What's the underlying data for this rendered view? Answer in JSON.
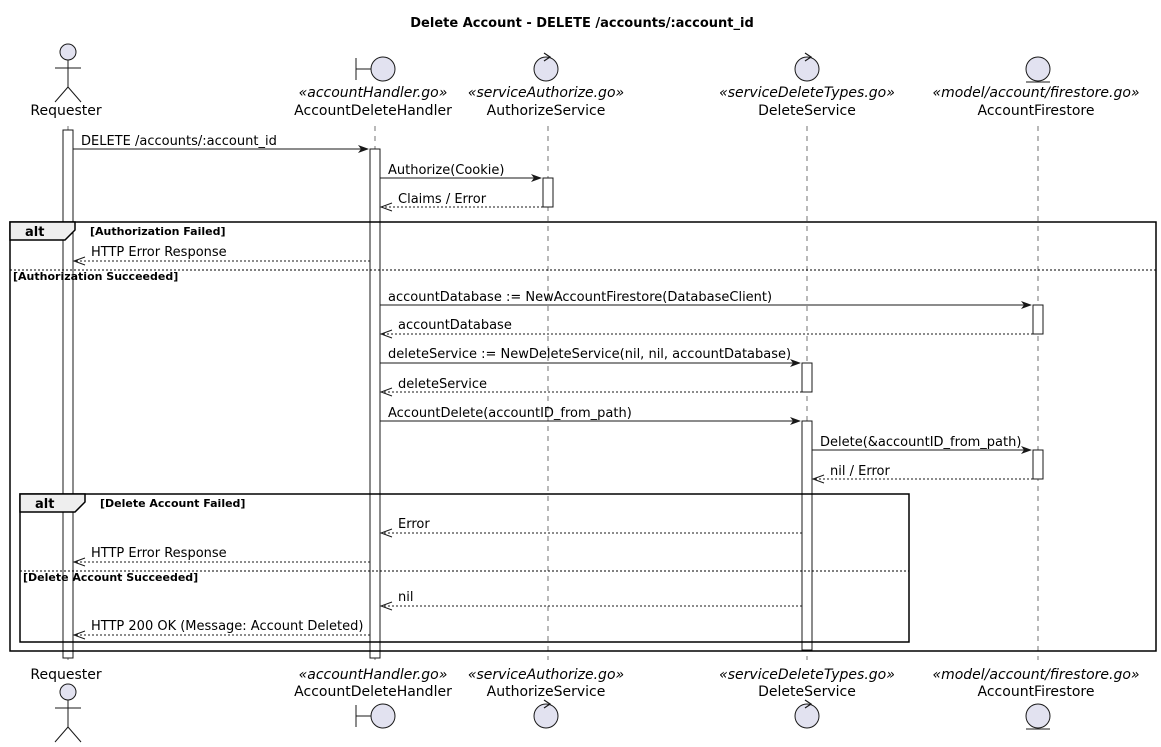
{
  "diagram": {
    "title": "Delete Account - DELETE /accounts/:account_id"
  },
  "participants": [
    {
      "id": "requester",
      "kind": "actor",
      "name": "Requester",
      "stereotype": ""
    },
    {
      "id": "handler",
      "kind": "boundary",
      "name": "AccountDeleteHandler",
      "stereotype": "«accountHandler.go»"
    },
    {
      "id": "authorize",
      "kind": "control",
      "name": "AuthorizeService",
      "stereotype": "«serviceAuthorize.go»"
    },
    {
      "id": "delete",
      "kind": "control",
      "name": "DeleteService",
      "stereotype": "«serviceDeleteTypes.go»"
    },
    {
      "id": "firestore",
      "kind": "entity",
      "name": "AccountFirestore",
      "stereotype": "«model/account/firestore.go»"
    }
  ],
  "messages": [
    {
      "from": "requester",
      "to": "handler",
      "label": "DELETE /accounts/:account_id",
      "style": "sync"
    },
    {
      "from": "handler",
      "to": "authorize",
      "label": "Authorize(Cookie)",
      "style": "sync"
    },
    {
      "from": "authorize",
      "to": "handler",
      "label": "Claims / Error",
      "style": "reply"
    },
    {
      "from": "handler",
      "to": "requester",
      "label": "HTTP Error Response",
      "style": "reply"
    },
    {
      "from": "handler",
      "to": "firestore",
      "label": "accountDatabase := NewAccountFirestore(DatabaseClient)",
      "style": "sync"
    },
    {
      "from": "firestore",
      "to": "handler",
      "label": "accountDatabase",
      "style": "reply"
    },
    {
      "from": "handler",
      "to": "delete",
      "label": "deleteService := NewDeleteService(nil, nil, accountDatabase)",
      "style": "sync"
    },
    {
      "from": "delete",
      "to": "handler",
      "label": "deleteService",
      "style": "reply"
    },
    {
      "from": "handler",
      "to": "delete",
      "label": "AccountDelete(accountID_from_path)",
      "style": "sync"
    },
    {
      "from": "delete",
      "to": "firestore",
      "label": "Delete(&accountID_from_path)",
      "style": "sync"
    },
    {
      "from": "firestore",
      "to": "delete",
      "label": "nil / Error",
      "style": "reply"
    },
    {
      "from": "delete",
      "to": "handler",
      "label": "Error",
      "style": "reply"
    },
    {
      "from": "handler",
      "to": "requester",
      "label": "HTTP Error Response",
      "style": "reply"
    },
    {
      "from": "delete",
      "to": "handler",
      "label": "nil",
      "style": "reply"
    },
    {
      "from": "handler",
      "to": "requester",
      "label": "HTTP 200 OK (Message: Account Deleted)",
      "style": "reply"
    }
  ],
  "fragments": [
    {
      "keyword": "alt",
      "guard": "[Authorization Failed]",
      "else_guard": "[Authorization Succeeded]"
    },
    {
      "keyword": "alt",
      "guard": "[Delete Account Failed]",
      "else_guard": "[Delete Account Succeeded]"
    }
  ]
}
